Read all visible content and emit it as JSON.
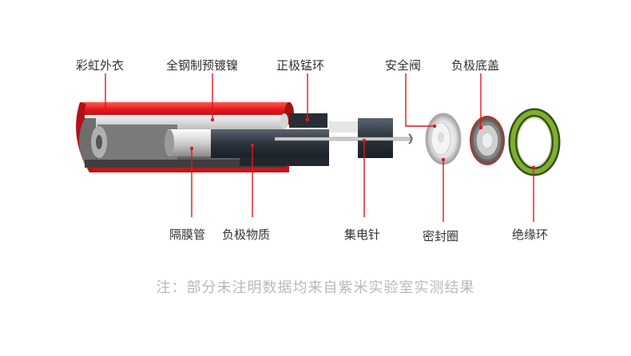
{
  "colors": {
    "accent_red": "#e0171c",
    "shell_red": "#d8191c",
    "text": "#333333",
    "note_gray": "#b9b9b9",
    "ring_green": "#6f9a2a"
  },
  "labels": {
    "outer_coat": "彩虹外衣",
    "steel_shell": "全钢制预镀镍",
    "anode_ring": "正极锰环",
    "safety_valve": "安全阀",
    "neg_cap": "负极底盖",
    "separator": "隔膜管",
    "neg_material": "负极物质",
    "collector_pin": "集电针",
    "seal_ring": "密封圈",
    "insulator_ring": "绝缘环"
  },
  "note": "注：部分未注明数据均来自紫米实验室实测结果"
}
